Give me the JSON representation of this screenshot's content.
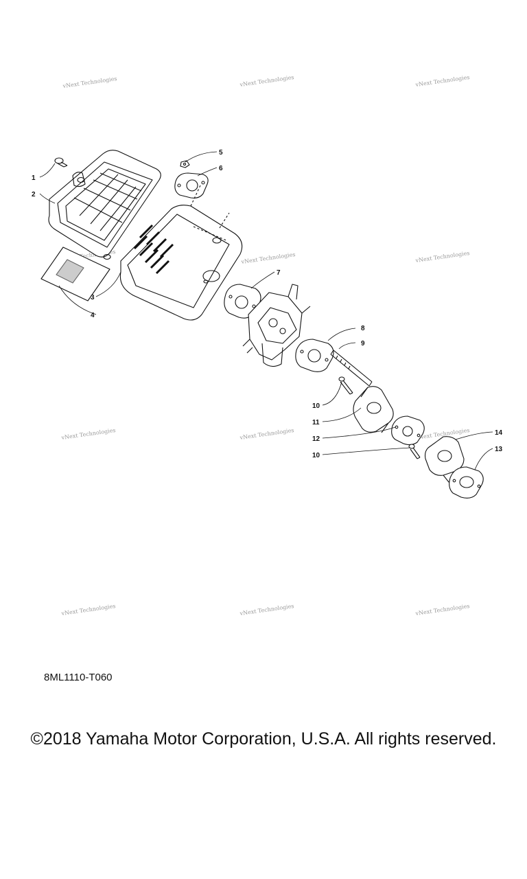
{
  "watermark": {
    "text": "vNext Technologies"
  },
  "callouts": [
    "1",
    "2",
    "3",
    "4",
    "5",
    "6",
    "7",
    "8",
    "9",
    "10",
    "11",
    "12",
    "10",
    "14",
    "13"
  ],
  "diagram_code": "8ML1110-T060",
  "copyright": "©2018 Yamaha Motor Corporation, U.S.A. All rights reserved.",
  "colors": {
    "line": "#111111",
    "watermark": "#9a9a9a",
    "background": "#ffffff"
  }
}
